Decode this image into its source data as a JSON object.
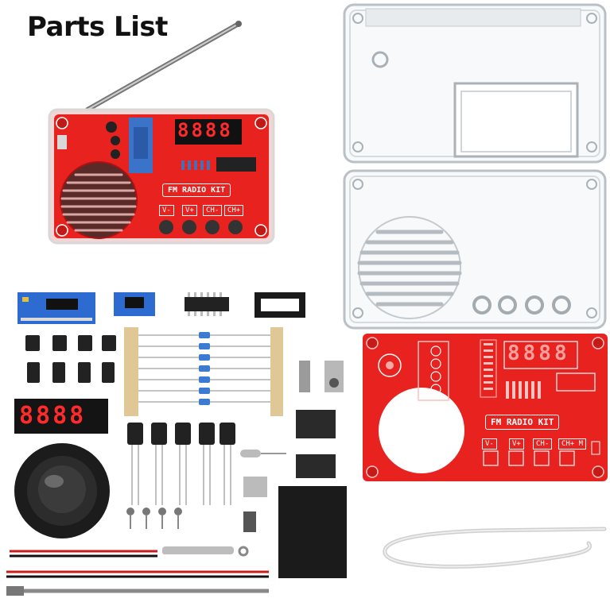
{
  "title": "Parts List",
  "radio": {
    "display": "8888",
    "panel_label": "FM RADIO KIT",
    "buttons": [
      "V-",
      "V+",
      "CH-",
      "CH+"
    ]
  },
  "pcb": {
    "display": "8888",
    "panel_label": "FM RADIO KIT",
    "buttons": [
      "V-",
      "V+",
      "CH-",
      "CH+ M"
    ]
  },
  "loose_display": "8888",
  "colors": {
    "pcb_red": "#e8231f",
    "display_red": "#ff2a2a",
    "case_clear": "#e8ecef"
  }
}
